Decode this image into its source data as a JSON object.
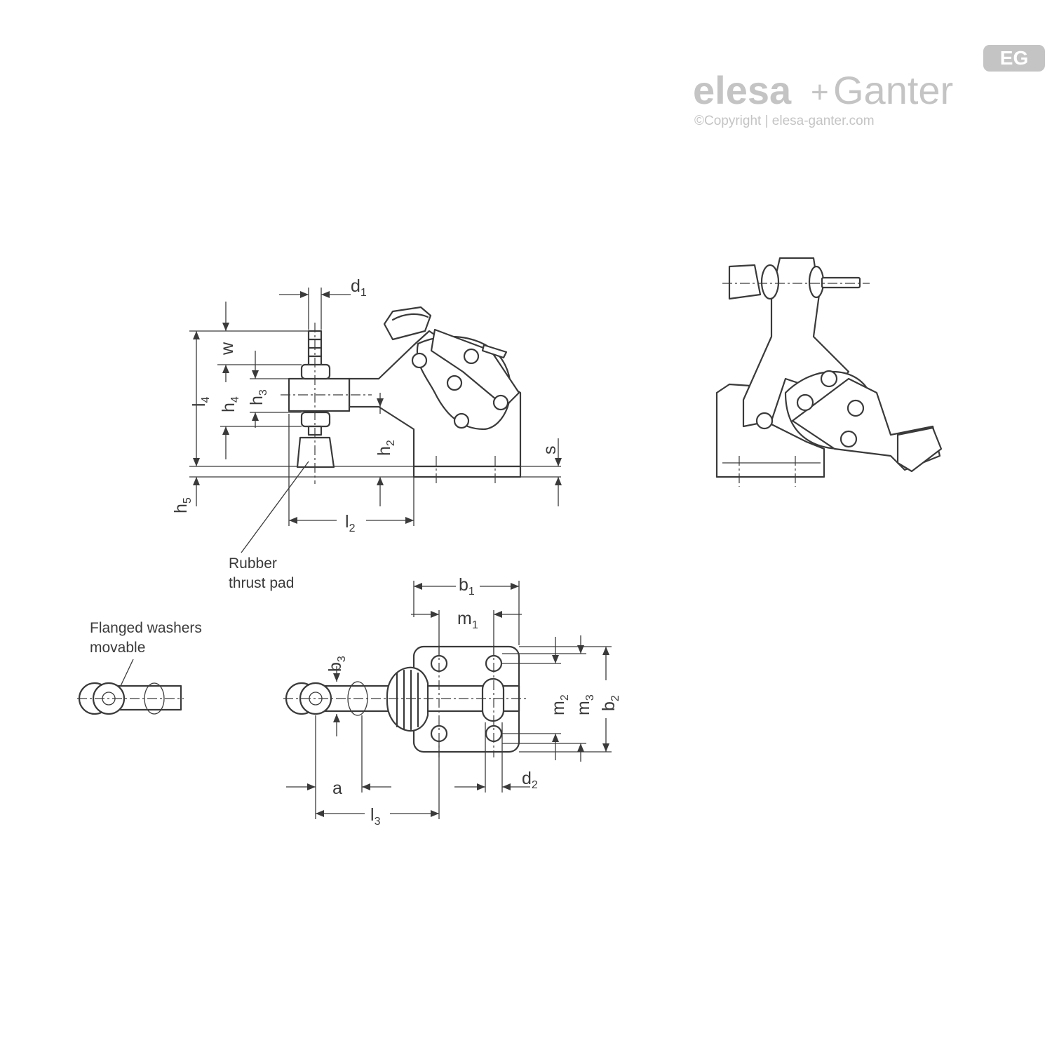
{
  "logo": {
    "brand_left": "elesa",
    "brand_plus": "+",
    "brand_right": "Ganter",
    "copyright": "©Copyright | elesa-ganter.com",
    "badge": "EG",
    "color": "#c4c4c4"
  },
  "notes": {
    "rubber_pad": [
      "Rubber",
      "thrust pad"
    ],
    "flanged_washers": [
      "Flanged washers",
      "movable"
    ]
  },
  "dimensions": {
    "d1": {
      "main": "d",
      "sub": "1"
    },
    "w": {
      "main": "w",
      "sub": ""
    },
    "l4": {
      "main": "l",
      "sub": "4"
    },
    "h4": {
      "main": "h",
      "sub": "4"
    },
    "h3": {
      "main": "h",
      "sub": "3"
    },
    "h2": {
      "main": "h",
      "sub": "2"
    },
    "h5": {
      "main": "h",
      "sub": "5"
    },
    "s": {
      "main": "s",
      "sub": ""
    },
    "l2": {
      "main": "l",
      "sub": "2"
    },
    "b1": {
      "main": "b",
      "sub": "1"
    },
    "m1": {
      "main": "m",
      "sub": "1"
    },
    "b3": {
      "main": "b",
      "sub": "3"
    },
    "m2": {
      "main": "m",
      "sub": "2"
    },
    "m3": {
      "main": "m",
      "sub": "3"
    },
    "b2": {
      "main": "b",
      "sub": "2"
    },
    "a": {
      "main": "a",
      "sub": ""
    },
    "d2": {
      "main": "d",
      "sub": "2"
    },
    "l3": {
      "main": "l",
      "sub": "3"
    }
  },
  "colors": {
    "line": "#3a3a3a",
    "background": "#ffffff"
  }
}
